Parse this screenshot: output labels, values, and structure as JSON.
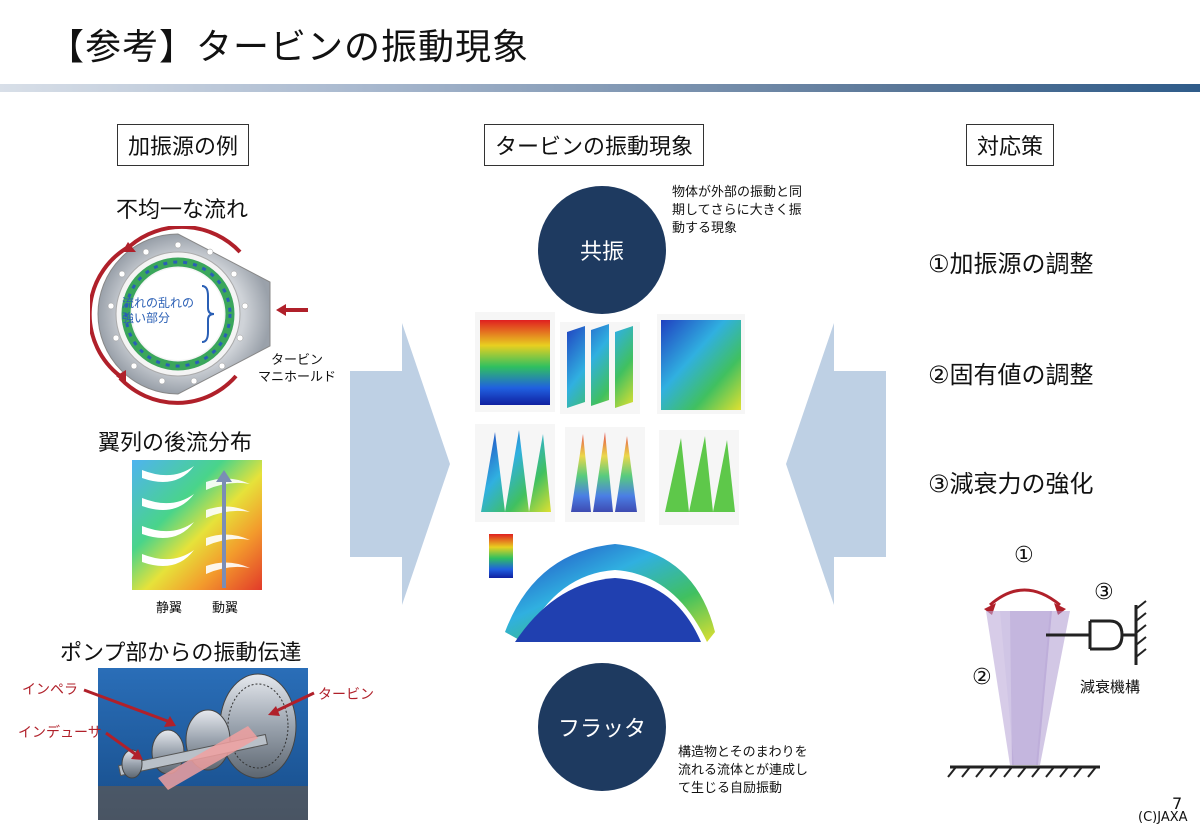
{
  "title": "【参考】タービンの振動現象",
  "columns": {
    "left": "加振源の例",
    "center": "タービンの振動現象",
    "right": "対応策"
  },
  "left": {
    "flow_heading": "不均一な流れ",
    "flow_inner_label_1": "流れの乱れの",
    "flow_inner_label_2": "強い部分",
    "manifold_label_1": "タービン",
    "manifold_label_2": "マニホールド",
    "wake_heading": "翼列の後流分布",
    "stator_label": "静翼",
    "rotor_label": "動翼",
    "pump_heading": "ポンプ部からの振動伝達",
    "impeller_label": "インペラ",
    "inducer_label": "インデューサ",
    "turbine_label": "タービン"
  },
  "center": {
    "resonance": "共振",
    "resonance_note": "物体が外部の振動と同期してさらに大きく振動する現象",
    "flutter": "フラッタ",
    "flutter_note": "構造物とそのまわりを流れる流体とが連成して生じる自励振動"
  },
  "right": {
    "measure_1": "①加振源の調整",
    "measure_2": "②固有値の調整",
    "measure_3": "③減衰力の強化",
    "diagram_num_1": "①",
    "diagram_num_2": "②",
    "diagram_num_3": "③",
    "damper_label": "減衰機構"
  },
  "footer": {
    "page": "7",
    "copyright": "(C)JAXA"
  },
  "colors": {
    "circle": "#1e3a60",
    "arrow": "#b8cbe2",
    "red_arrow": "#b0202a"
  }
}
